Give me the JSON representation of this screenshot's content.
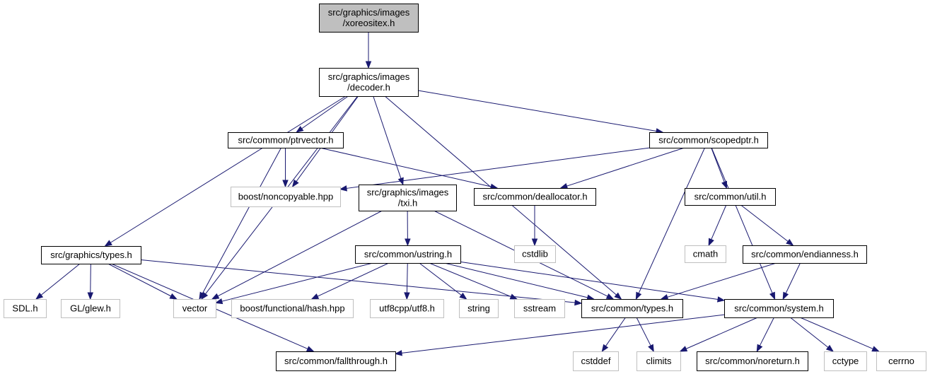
{
  "graph": {
    "edge_color": "#191970",
    "root_fill": "#bfbfbf",
    "external_stroke": "#bfbfbf",
    "nodes": [
      {
        "id": "xoreositex",
        "lines": [
          "src/graphics/images",
          "/xoreositex.h"
        ],
        "kind": "root"
      },
      {
        "id": "decoder",
        "lines": [
          "src/graphics/images",
          "/decoder.h"
        ],
        "kind": "file"
      },
      {
        "id": "ptrvector",
        "lines": [
          "src/common/ptrvector.h"
        ],
        "kind": "file"
      },
      {
        "id": "scopedptr",
        "lines": [
          "src/common/scopedptr.h"
        ],
        "kind": "file"
      },
      {
        "id": "noncopyable",
        "lines": [
          "boost/noncopyable.hpp"
        ],
        "kind": "external"
      },
      {
        "id": "txi",
        "lines": [
          "src/graphics/images",
          "/txi.h"
        ],
        "kind": "file"
      },
      {
        "id": "deallocator",
        "lines": [
          "src/common/deallocator.h"
        ],
        "kind": "file"
      },
      {
        "id": "util",
        "lines": [
          "src/common/util.h"
        ],
        "kind": "file"
      },
      {
        "id": "cstdlib",
        "lines": [
          "cstdlib"
        ],
        "kind": "external"
      },
      {
        "id": "cmath",
        "lines": [
          "cmath"
        ],
        "kind": "external"
      },
      {
        "id": "endianness",
        "lines": [
          "src/common/endianness.h"
        ],
        "kind": "file"
      },
      {
        "id": "gtypes",
        "lines": [
          "src/graphics/types.h"
        ],
        "kind": "file"
      },
      {
        "id": "ustring",
        "lines": [
          "src/common/ustring.h"
        ],
        "kind": "file"
      },
      {
        "id": "sdl",
        "lines": [
          "SDL.h"
        ],
        "kind": "external"
      },
      {
        "id": "glew",
        "lines": [
          "GL/glew.h"
        ],
        "kind": "external"
      },
      {
        "id": "vector",
        "lines": [
          "vector"
        ],
        "kind": "external"
      },
      {
        "id": "hash",
        "lines": [
          "boost/functional/hash.hpp"
        ],
        "kind": "external"
      },
      {
        "id": "utf8",
        "lines": [
          "utf8cpp/utf8.h"
        ],
        "kind": "external"
      },
      {
        "id": "string",
        "lines": [
          "string"
        ],
        "kind": "external"
      },
      {
        "id": "sstream",
        "lines": [
          "sstream"
        ],
        "kind": "external"
      },
      {
        "id": "ctypes",
        "lines": [
          "src/common/types.h"
        ],
        "kind": "file"
      },
      {
        "id": "system",
        "lines": [
          "src/common/system.h"
        ],
        "kind": "file"
      },
      {
        "id": "fallthrough",
        "lines": [
          "src/common/fallthrough.h"
        ],
        "kind": "file"
      },
      {
        "id": "cstddef",
        "lines": [
          "cstddef"
        ],
        "kind": "external"
      },
      {
        "id": "climits",
        "lines": [
          "climits"
        ],
        "kind": "external"
      },
      {
        "id": "noreturn",
        "lines": [
          "src/common/noreturn.h"
        ],
        "kind": "file"
      },
      {
        "id": "cctype",
        "lines": [
          "cctype"
        ],
        "kind": "external"
      },
      {
        "id": "cerrno",
        "lines": [
          "cerrno"
        ],
        "kind": "external"
      }
    ],
    "edges": [
      [
        "xoreositex",
        "decoder"
      ],
      [
        "decoder",
        "ptrvector"
      ],
      [
        "decoder",
        "scopedptr"
      ],
      [
        "decoder",
        "noncopyable"
      ],
      [
        "decoder",
        "txi"
      ],
      [
        "decoder",
        "gtypes"
      ],
      [
        "decoder",
        "vector"
      ],
      [
        "decoder",
        "ctypes"
      ],
      [
        "ptrvector",
        "noncopyable"
      ],
      [
        "ptrvector",
        "deallocator"
      ],
      [
        "ptrvector",
        "vector"
      ],
      [
        "scopedptr",
        "noncopyable"
      ],
      [
        "scopedptr",
        "deallocator"
      ],
      [
        "scopedptr",
        "util"
      ],
      [
        "scopedptr",
        "ctypes"
      ],
      [
        "scopedptr",
        "system"
      ],
      [
        "deallocator",
        "cstdlib"
      ],
      [
        "util",
        "cmath"
      ],
      [
        "util",
        "endianness"
      ],
      [
        "endianness",
        "ctypes"
      ],
      [
        "endianness",
        "system"
      ],
      [
        "txi",
        "ustring"
      ],
      [
        "txi",
        "vector"
      ],
      [
        "txi",
        "ctypes"
      ],
      [
        "ustring",
        "vector"
      ],
      [
        "ustring",
        "hash"
      ],
      [
        "ustring",
        "utf8"
      ],
      [
        "ustring",
        "string"
      ],
      [
        "ustring",
        "sstream"
      ],
      [
        "ustring",
        "ctypes"
      ],
      [
        "ustring",
        "system"
      ],
      [
        "gtypes",
        "sdl"
      ],
      [
        "gtypes",
        "glew"
      ],
      [
        "gtypes",
        "vector"
      ],
      [
        "gtypes",
        "ctypes"
      ],
      [
        "gtypes",
        "fallthrough"
      ],
      [
        "ctypes",
        "cstddef"
      ],
      [
        "ctypes",
        "climits"
      ],
      [
        "system",
        "fallthrough"
      ],
      [
        "system",
        "climits"
      ],
      [
        "system",
        "noreturn"
      ],
      [
        "system",
        "cctype"
      ],
      [
        "system",
        "cerrno"
      ]
    ]
  }
}
